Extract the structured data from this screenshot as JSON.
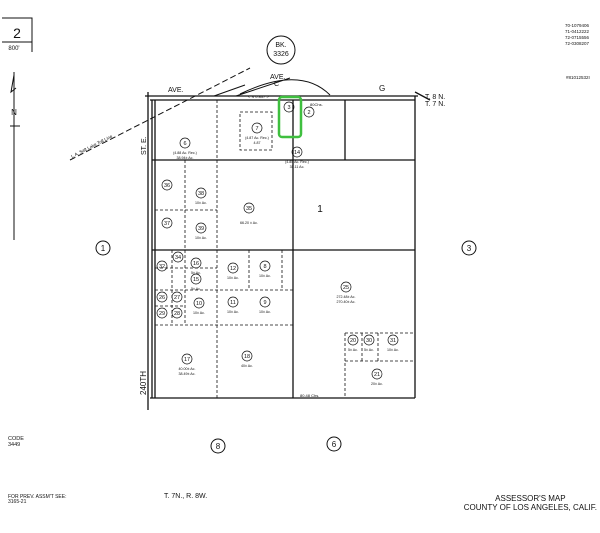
{
  "map_sheet": {
    "page": "2",
    "scale": "800'"
  },
  "book": {
    "label": "BK.",
    "number": "3326"
  },
  "north_arrow": {
    "label": "N"
  },
  "roads": {
    "ave_top_left": "AVE.",
    "ave_c": "AVE.",
    "ave_c_letter": "C",
    "g_label": "G",
    "st_e": "ST. E.",
    "street_240th": "240TH",
    "railroad": "L.A. Salt Lake Toll Line",
    "top_dimension": "< S 0.837 >",
    "top_chains": "80Chs.",
    "bottom_chains": "80.48 Chs."
  },
  "township_marks": {
    "top": "T. 8 N.",
    "bottom": "T. 7 N."
  },
  "recording_numbers": [
    "70-1079406",
    "71-0412222",
    "72-0715556",
    "72-0308207",
    "#81012532I"
  ],
  "adjacent_sections": [
    "1",
    "3",
    "8",
    "6"
  ],
  "parcels": [
    {
      "id": "6",
      "area": "(4.88 Ac. Rec.)",
      "note": "38.94± Ac."
    },
    {
      "id": "7",
      "area": "(4.87 Ac. Rec.)",
      "note": "4.87"
    },
    {
      "id": "3",
      "area": "",
      "note": "",
      "highlighted": true
    },
    {
      "id": "2",
      "area": "",
      "note": ""
    },
    {
      "id": "14",
      "area": "(4.85 Ac. Rec.)",
      "note": "35.11 Ac."
    },
    {
      "id": "36",
      "area": "",
      "note": ""
    },
    {
      "id": "38",
      "area": "10± Ac.",
      "note": ""
    },
    {
      "id": "37",
      "area": "",
      "note": ""
    },
    {
      "id": "39",
      "area": "10± Ac.",
      "note": ""
    },
    {
      "id": "35",
      "area": "",
      "note": "66.20 ± Ac."
    },
    {
      "id": "32",
      "area": "",
      "note": ""
    },
    {
      "id": "34",
      "area": "",
      "note": ""
    },
    {
      "id": "16",
      "area": "5± Ac.",
      "note": ""
    },
    {
      "id": "15",
      "area": "5± Ac.",
      "note": ""
    },
    {
      "id": "12",
      "area": "10± Ac.",
      "note": ""
    },
    {
      "id": "8",
      "area": "10± Ac.",
      "note": ""
    },
    {
      "id": "26",
      "area": "",
      "note": ""
    },
    {
      "id": "27",
      "area": "",
      "note": ""
    },
    {
      "id": "29",
      "area": "",
      "note": ""
    },
    {
      "id": "28",
      "area": "",
      "note": ""
    },
    {
      "id": "10",
      "area": "10± Ac.",
      "note": ""
    },
    {
      "id": "11",
      "area": "10± Ac.",
      "note": ""
    },
    {
      "id": "9",
      "area": "10± Ac.",
      "note": ""
    },
    {
      "id": "17",
      "area": "40.00± Ac.",
      "note": "38.49± Ac."
    },
    {
      "id": "18",
      "area": "40± Ac.",
      "note": ""
    },
    {
      "id": "25",
      "area": "272.48± Ac.",
      "note": "270.40± Ac."
    },
    {
      "id": "20",
      "area": "5± Ac.",
      "note": ""
    },
    {
      "id": "30",
      "area": "5± Ac.",
      "note": ""
    },
    {
      "id": "31",
      "area": "10± Ac.",
      "note": ""
    },
    {
      "id": "21",
      "area": "20± Ac.",
      "note": ""
    },
    {
      "id": "1",
      "area": "",
      "note": ""
    }
  ],
  "footer": {
    "code_label": "CODE",
    "code_value": "3449",
    "prev_label": "FOR PREV. ASSM'T SEE:",
    "prev_value": "3165-21",
    "township_range": "T. 7N., R. 8W.",
    "title_1": "ASSESSOR'S MAP",
    "title_2": "COUNTY OF LOS ANGELES, CALIF."
  },
  "colors": {
    "highlight": "#3fbf3f",
    "ink": "#111111"
  }
}
